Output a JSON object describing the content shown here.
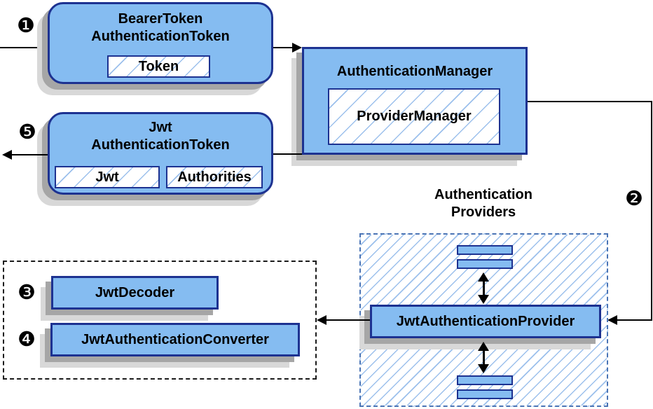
{
  "steps": {
    "s1": "❶",
    "s2": "❷",
    "s3": "❸",
    "s4": "❹",
    "s5": "❺"
  },
  "nodes": {
    "bearer_token": {
      "title": "BearerToken\nAuthenticationToken",
      "chip": "Token"
    },
    "auth_manager": {
      "title": "AuthenticationManager",
      "inner": "ProviderManager"
    },
    "jwt_token": {
      "title": "Jwt\nAuthenticationToken",
      "chips": {
        "jwt": "Jwt",
        "authorities": "Authorities"
      }
    },
    "jwt_auth_provider": {
      "title": "JwtAuthenticationProvider"
    },
    "jwt_decoder": {
      "title": "JwtDecoder"
    },
    "jwt_auth_converter": {
      "title": "JwtAuthenticationConverter"
    }
  },
  "labels": {
    "providers_group": "Authentication\nProviders"
  },
  "colors": {
    "node_fill": "#85bcf1",
    "node_border": "#1d3291",
    "hatch_line": "#9cc0ec",
    "providers_dash": "#4a74b5",
    "resolver_dash": "#1a1a1a",
    "shadow_dark": "#a6a6a6",
    "shadow_light": "#d8d8d8",
    "arrow": "#000000"
  }
}
